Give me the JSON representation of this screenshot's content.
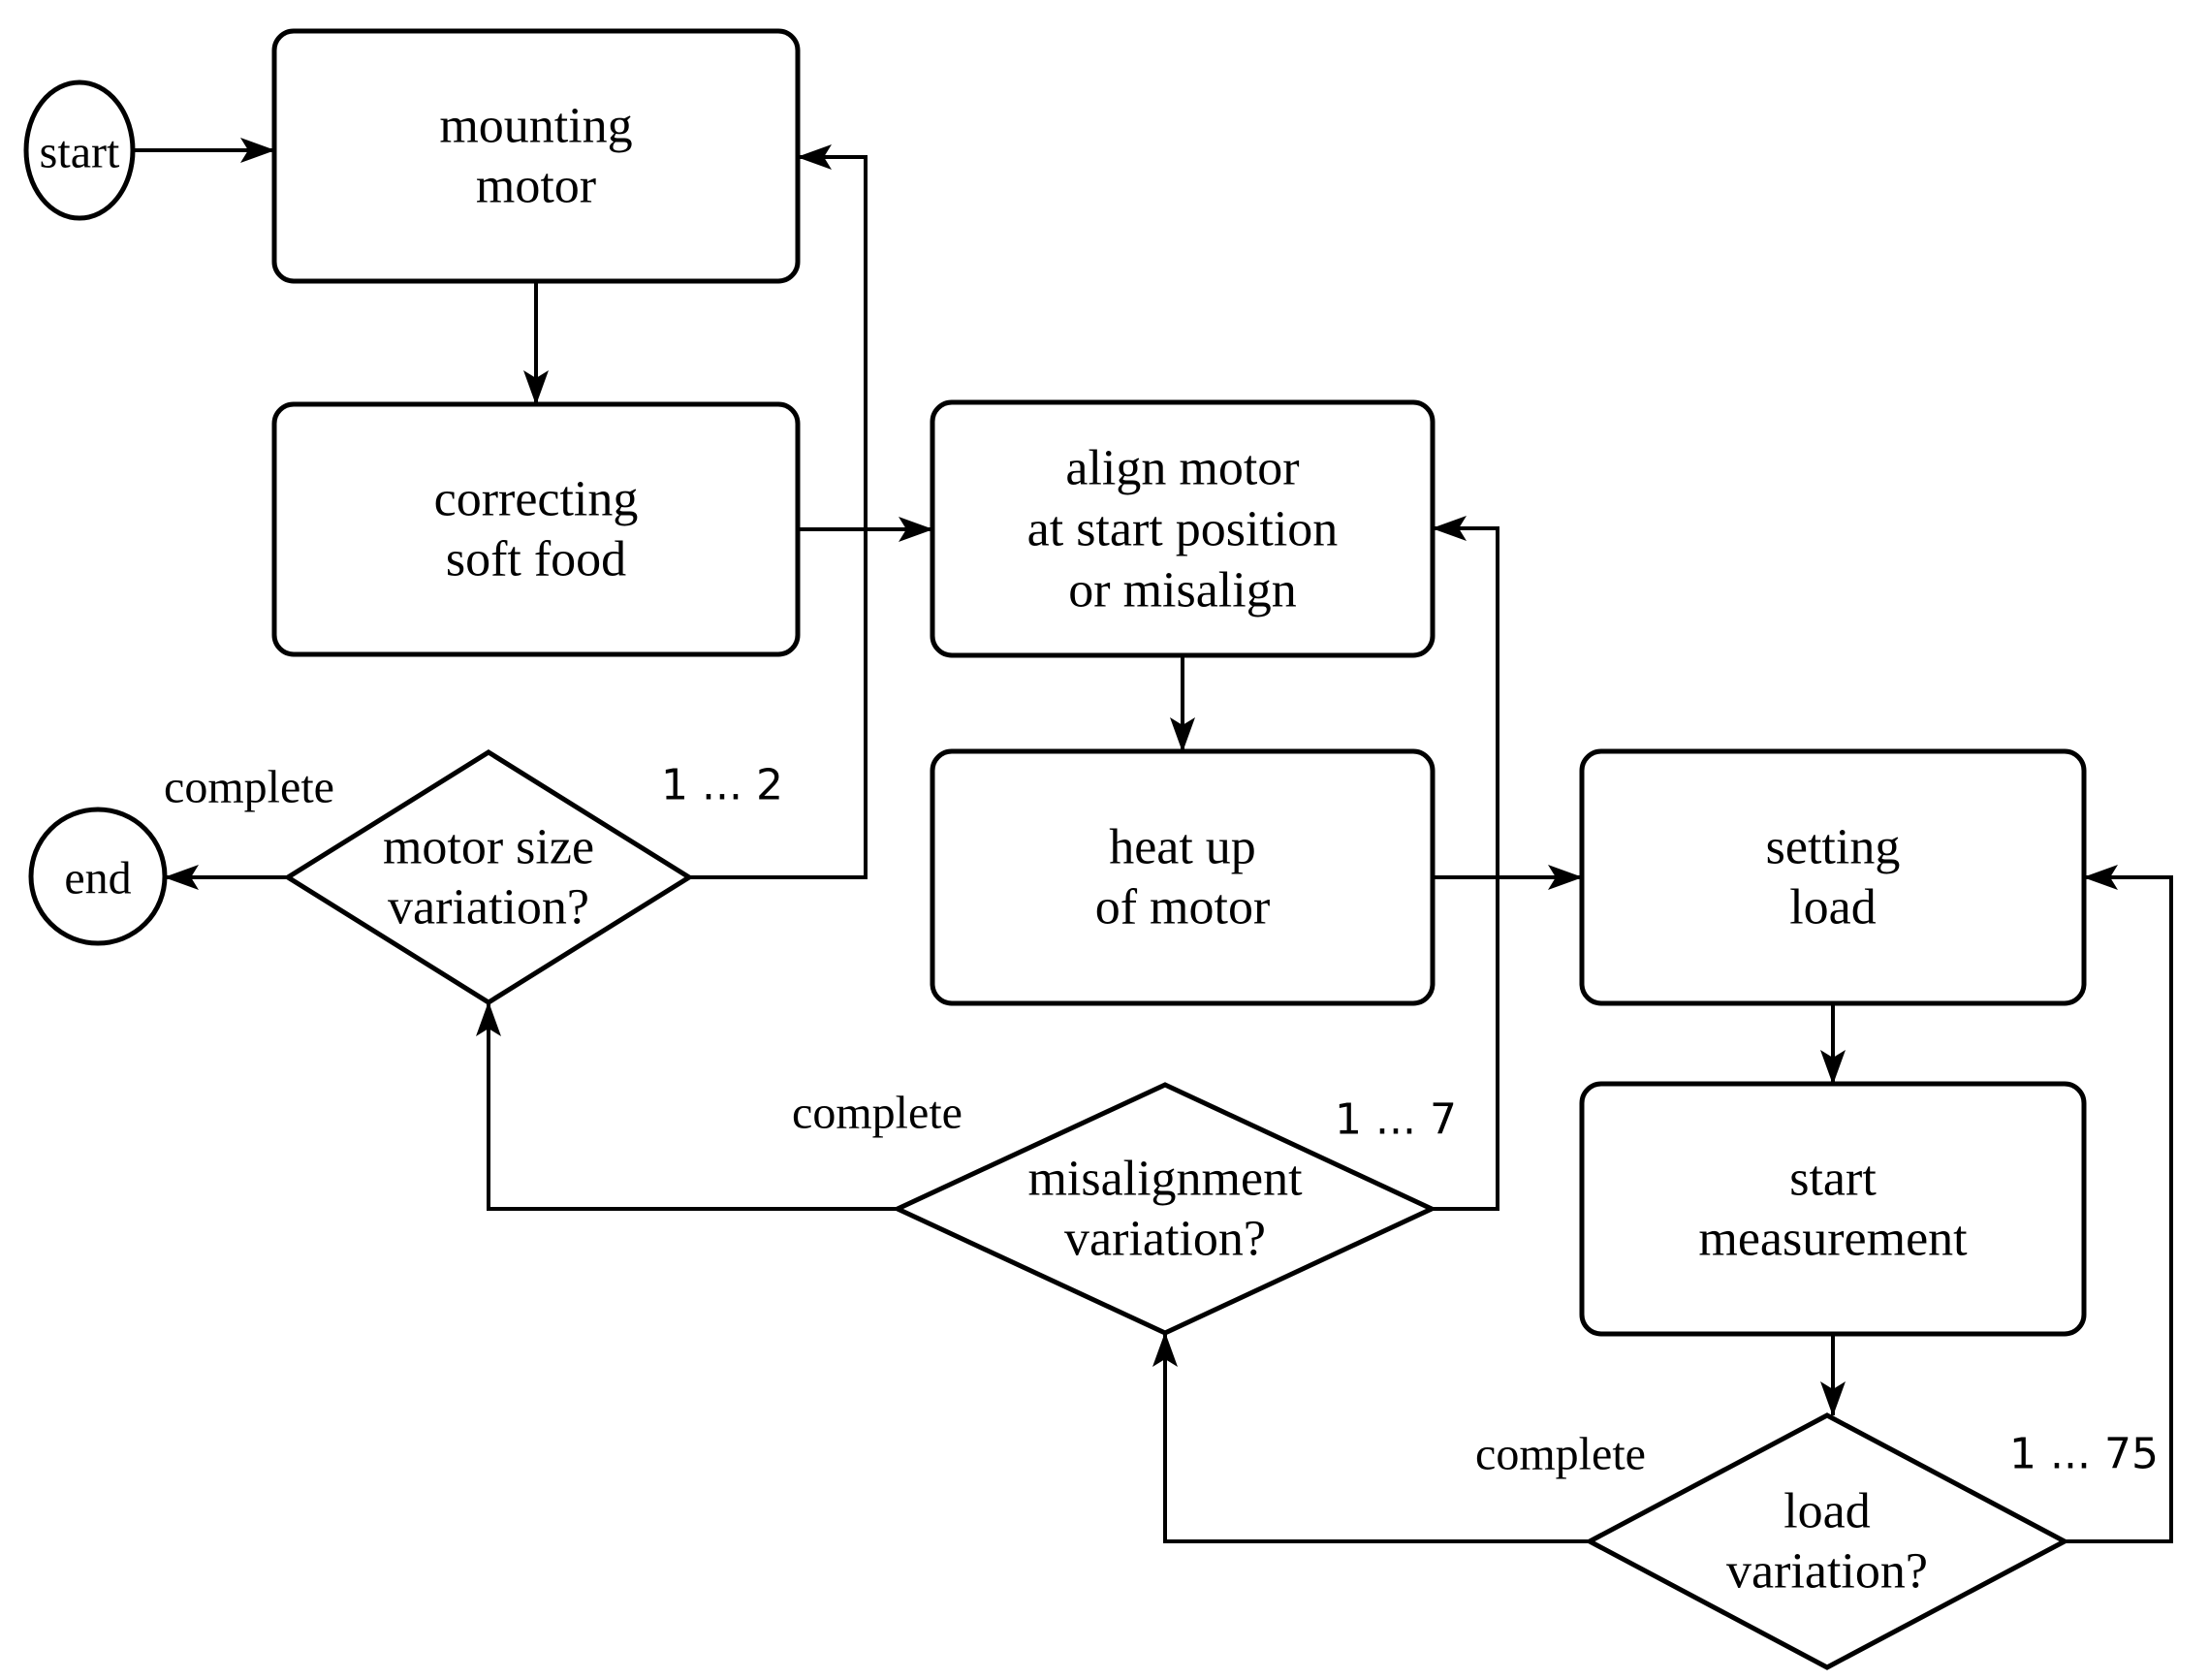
{
  "colors": {
    "stroke": "#000000",
    "background": "#ffffff"
  },
  "nodes": {
    "start": {
      "label": "start"
    },
    "end": {
      "label": "end"
    },
    "mounting_motor": {
      "lines": [
        "mounting",
        "motor"
      ]
    },
    "correcting_soft_food": {
      "lines": [
        "correcting",
        "soft food"
      ]
    },
    "align_motor": {
      "lines": [
        "align motor",
        "at start position",
        "or misalign"
      ]
    },
    "heat_up": {
      "lines": [
        "heat up",
        "of motor"
      ]
    },
    "setting_load": {
      "lines": [
        "setting",
        "load"
      ]
    },
    "start_measurement": {
      "lines": [
        "start",
        "measurement"
      ]
    },
    "motor_size_variation": {
      "lines": [
        "motor size",
        "variation?"
      ]
    },
    "misalignment_variation": {
      "lines": [
        "misalignment",
        "variation?"
      ]
    },
    "load_variation": {
      "lines": [
        "load",
        "variation?"
      ]
    }
  },
  "edge_labels": {
    "motor_size_complete": "complete",
    "motor_size_loop": "1 ... 2",
    "misalignment_complete": "complete",
    "misalignment_loop": "1 ... 7",
    "load_complete": "complete",
    "load_loop": "1 ... 75"
  }
}
